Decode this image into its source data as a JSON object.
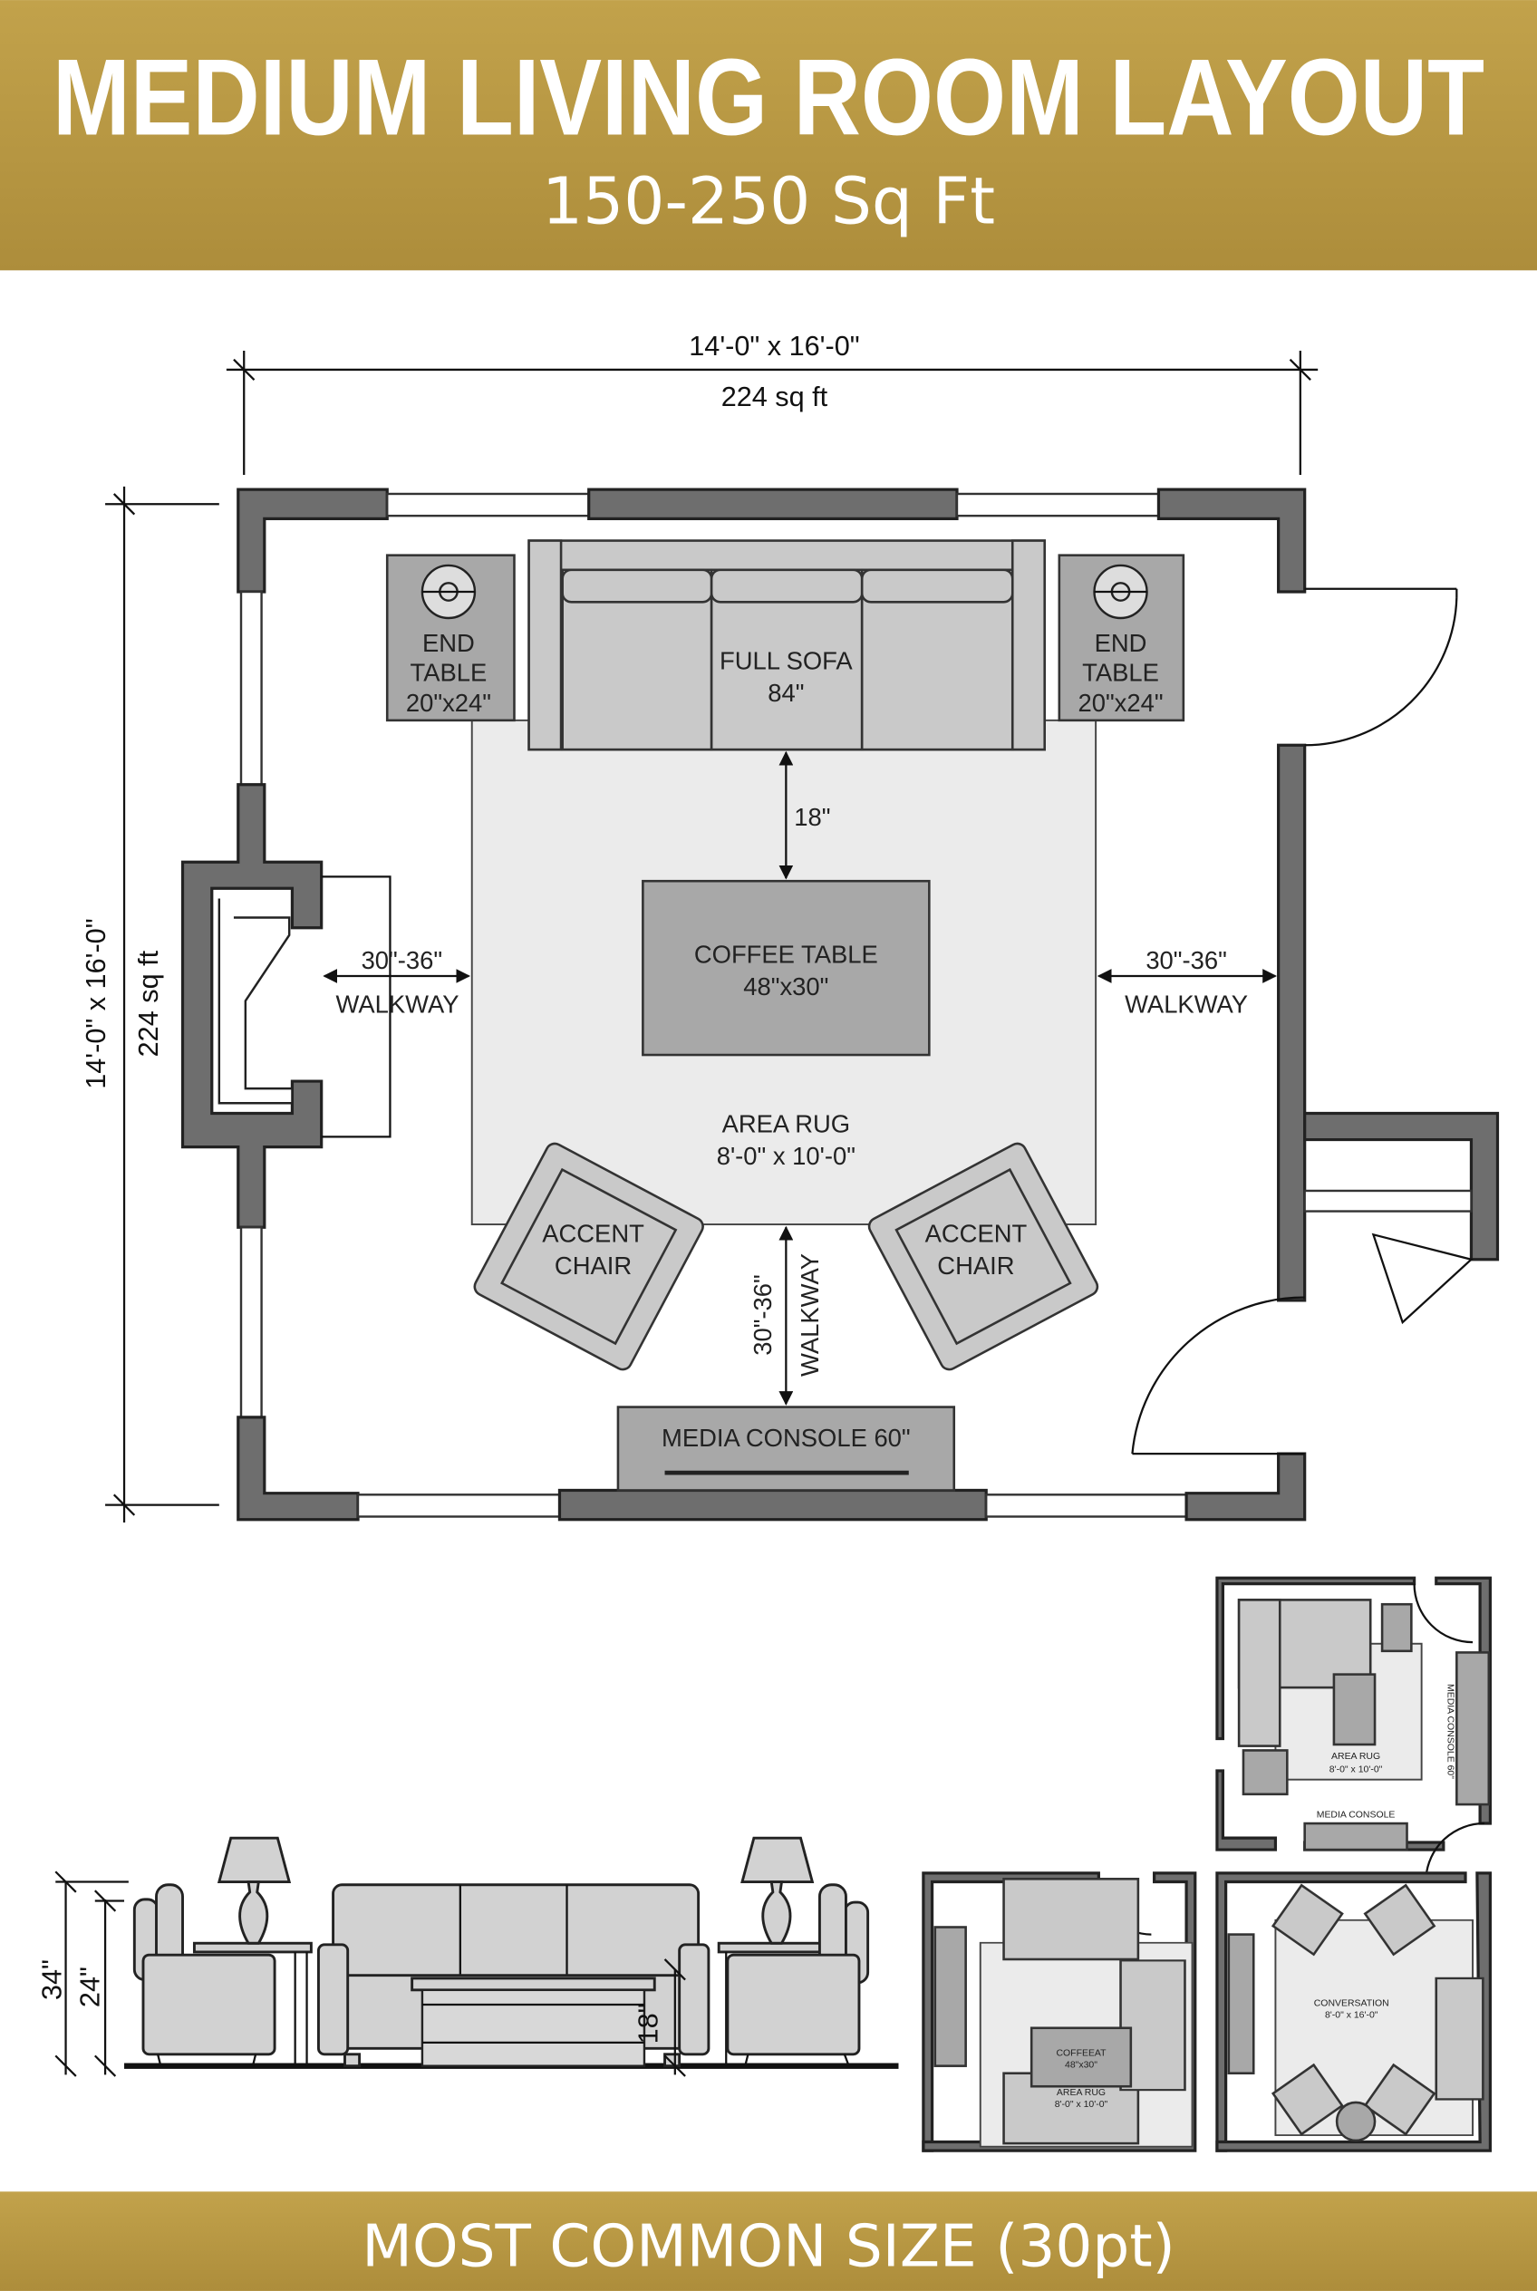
{
  "header": {
    "title": "MEDIUM LIVING ROOM LAYOUT",
    "subtitle": "150-250 Sq Ft",
    "color": "#b9973f"
  },
  "plan": {
    "top_dimension": "14'-0\" x 16'-0\"",
    "top_area": "224 sq ft",
    "side_dimension": "14'-0\" x 16'-0\"",
    "side_area": "224 sq ft",
    "end_table_left": {
      "line1": "END",
      "line2": "TABLE",
      "size": "20\"x24\""
    },
    "end_table_right": {
      "line1": "END",
      "line2": "TABLE",
      "size": "20\"x24\""
    },
    "sofa": {
      "label": "FULL SOFA",
      "size": "84\""
    },
    "sofa_clearance": "18\"",
    "coffee_table": {
      "label": "COFFEE TABLE",
      "size": "48\"x30\""
    },
    "walkway_left": {
      "size": "30\"-36\"",
      "label": "WALKWAY"
    },
    "walkway_right": {
      "size": "30\"-36\"",
      "label": "WALKWAY"
    },
    "walkway_bottom": {
      "size": "30\"-36\"",
      "label": "WALKWAY"
    },
    "area_rug": {
      "label": "AREA RUG",
      "size": "8'-0\" x 10'-0\""
    },
    "accent_chair_left": {
      "line1": "ACCENT",
      "line2": "CHAIR"
    },
    "accent_chair_right": {
      "line1": "ACCENT",
      "line2": "CHAIR"
    },
    "media_console": "MEDIA CONSOLE 60\""
  },
  "elevation": {
    "back_height": "34\"",
    "seat_height": "24\"",
    "table_height": "18\""
  },
  "thumbnails": [
    {
      "rug": "AREA RUG",
      "rug_size": "8'-0\" x 10'-0\"",
      "console_side": "MEDIA CONSOLE 60\"",
      "console_bottom": "MEDIA CONSOLE"
    },
    {
      "table": "COFFEEAT",
      "table_size": "48\"x30\"",
      "rug": "AREA RUG",
      "rug_size": "8'-0\" x 10'-0\""
    },
    {
      "rug": "CONVERSATION",
      "rug_size": "8'-0\" x 16'-0\""
    }
  ],
  "footer": {
    "text": "MOST COMMON SIZE (30pt)"
  }
}
